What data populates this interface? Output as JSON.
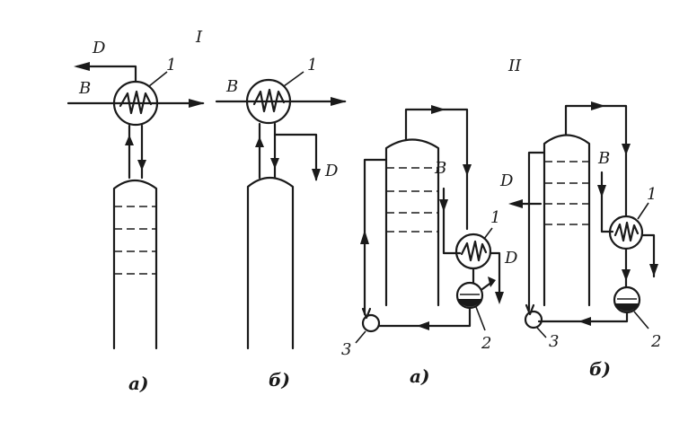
{
  "groups": {
    "group_1": "I",
    "group_2": "II"
  },
  "streams": {
    "distillate": "D",
    "coolant": "B"
  },
  "numbers": {
    "condenser": "1",
    "receiver": "2",
    "pump": "3"
  },
  "captions": {
    "I_a": "а)",
    "I_b": "б)",
    "II_a": "а)",
    "II_b": "б)"
  }
}
